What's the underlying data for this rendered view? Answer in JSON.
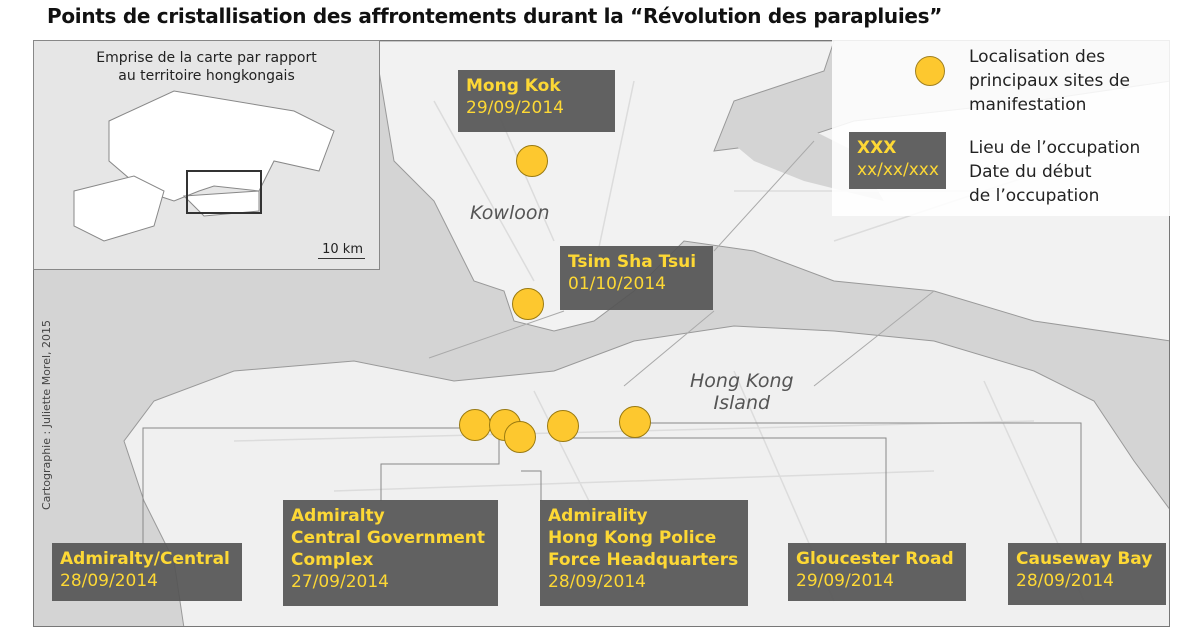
{
  "title": "Points de cristallisation des affrontements durant la “Révolution des parapluies”",
  "inset": {
    "caption_line1": "Emprise de la carte par rapport",
    "caption_line2": "au territoire hongkongais",
    "scale": "10 km"
  },
  "legend": {
    "dot_label": [
      "Localisation des",
      "principaux sites de",
      "manifestation"
    ],
    "box_name": "XXX",
    "box_date": "xx/xx/xxx",
    "box_label": [
      "Lieu de l’occupation",
      "Date du début",
      "de l’occupation"
    ]
  },
  "places": {
    "kowloon": "Kowloon",
    "hk_island_1": "Hong Kong",
    "hk_island_2": "Island"
  },
  "credit": "Cartographie : Juliette Morel, 2015",
  "sites": [
    {
      "name": [
        "Mong Kok"
      ],
      "date": "29/09/2014"
    },
    {
      "name": [
        "Tsim Sha Tsui"
      ],
      "date": "01/10/2014"
    },
    {
      "name": [
        "Admiralty/Central"
      ],
      "date": "28/09/2014"
    },
    {
      "name": [
        "Admiralty",
        "Central Government",
        "Complex"
      ],
      "date": "27/09/2014"
    },
    {
      "name": [
        "Admirality",
        "Hong Kong Police",
        "Force Headquarters"
      ],
      "date": "28/09/2014"
    },
    {
      "name": [
        "Gloucester Road"
      ],
      "date": "29/09/2014"
    },
    {
      "name": [
        "Causeway Bay"
      ],
      "date": "28/09/2014"
    }
  ],
  "colors": {
    "marker": "#fdc82f",
    "label_text": "#fdd835",
    "label_bg": "#555555"
  }
}
